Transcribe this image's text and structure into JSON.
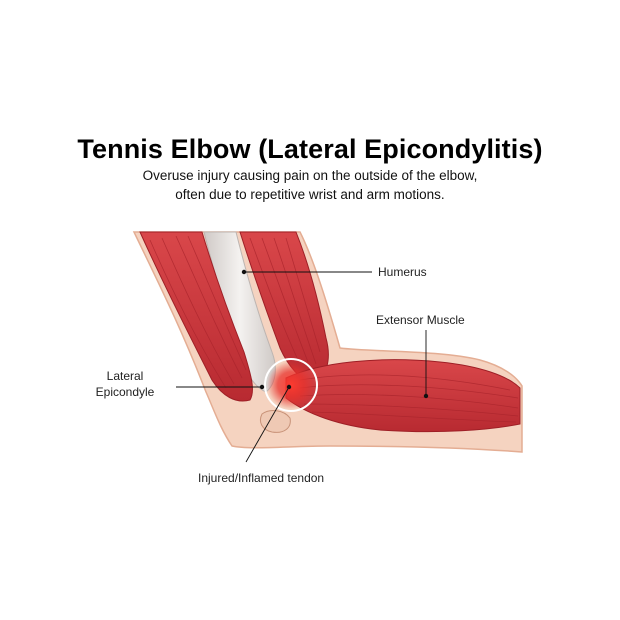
{
  "title": "Tennis Elbow (Lateral Epicondylitis)",
  "subtitle": {
    "line1": "Overuse injury causing pain on the outside of the elbow,",
    "line2": "often due to repetitive wrist and arm motions."
  },
  "labels": {
    "humerus": "Humerus",
    "extensor_muscle": "Extensor Muscle",
    "lateral_line1": "Lateral",
    "lateral_line2": "Epicondyle",
    "tendon": "Injured/Inflamed tendon"
  },
  "colors": {
    "skin": "#f5d3c0",
    "skin_outline": "#e4ad93",
    "muscle": "#c9393c",
    "muscle_dark": "#9e1f26",
    "bone": "#e6e2df",
    "inflammation": "#e2302a",
    "background": "#ffffff"
  }
}
